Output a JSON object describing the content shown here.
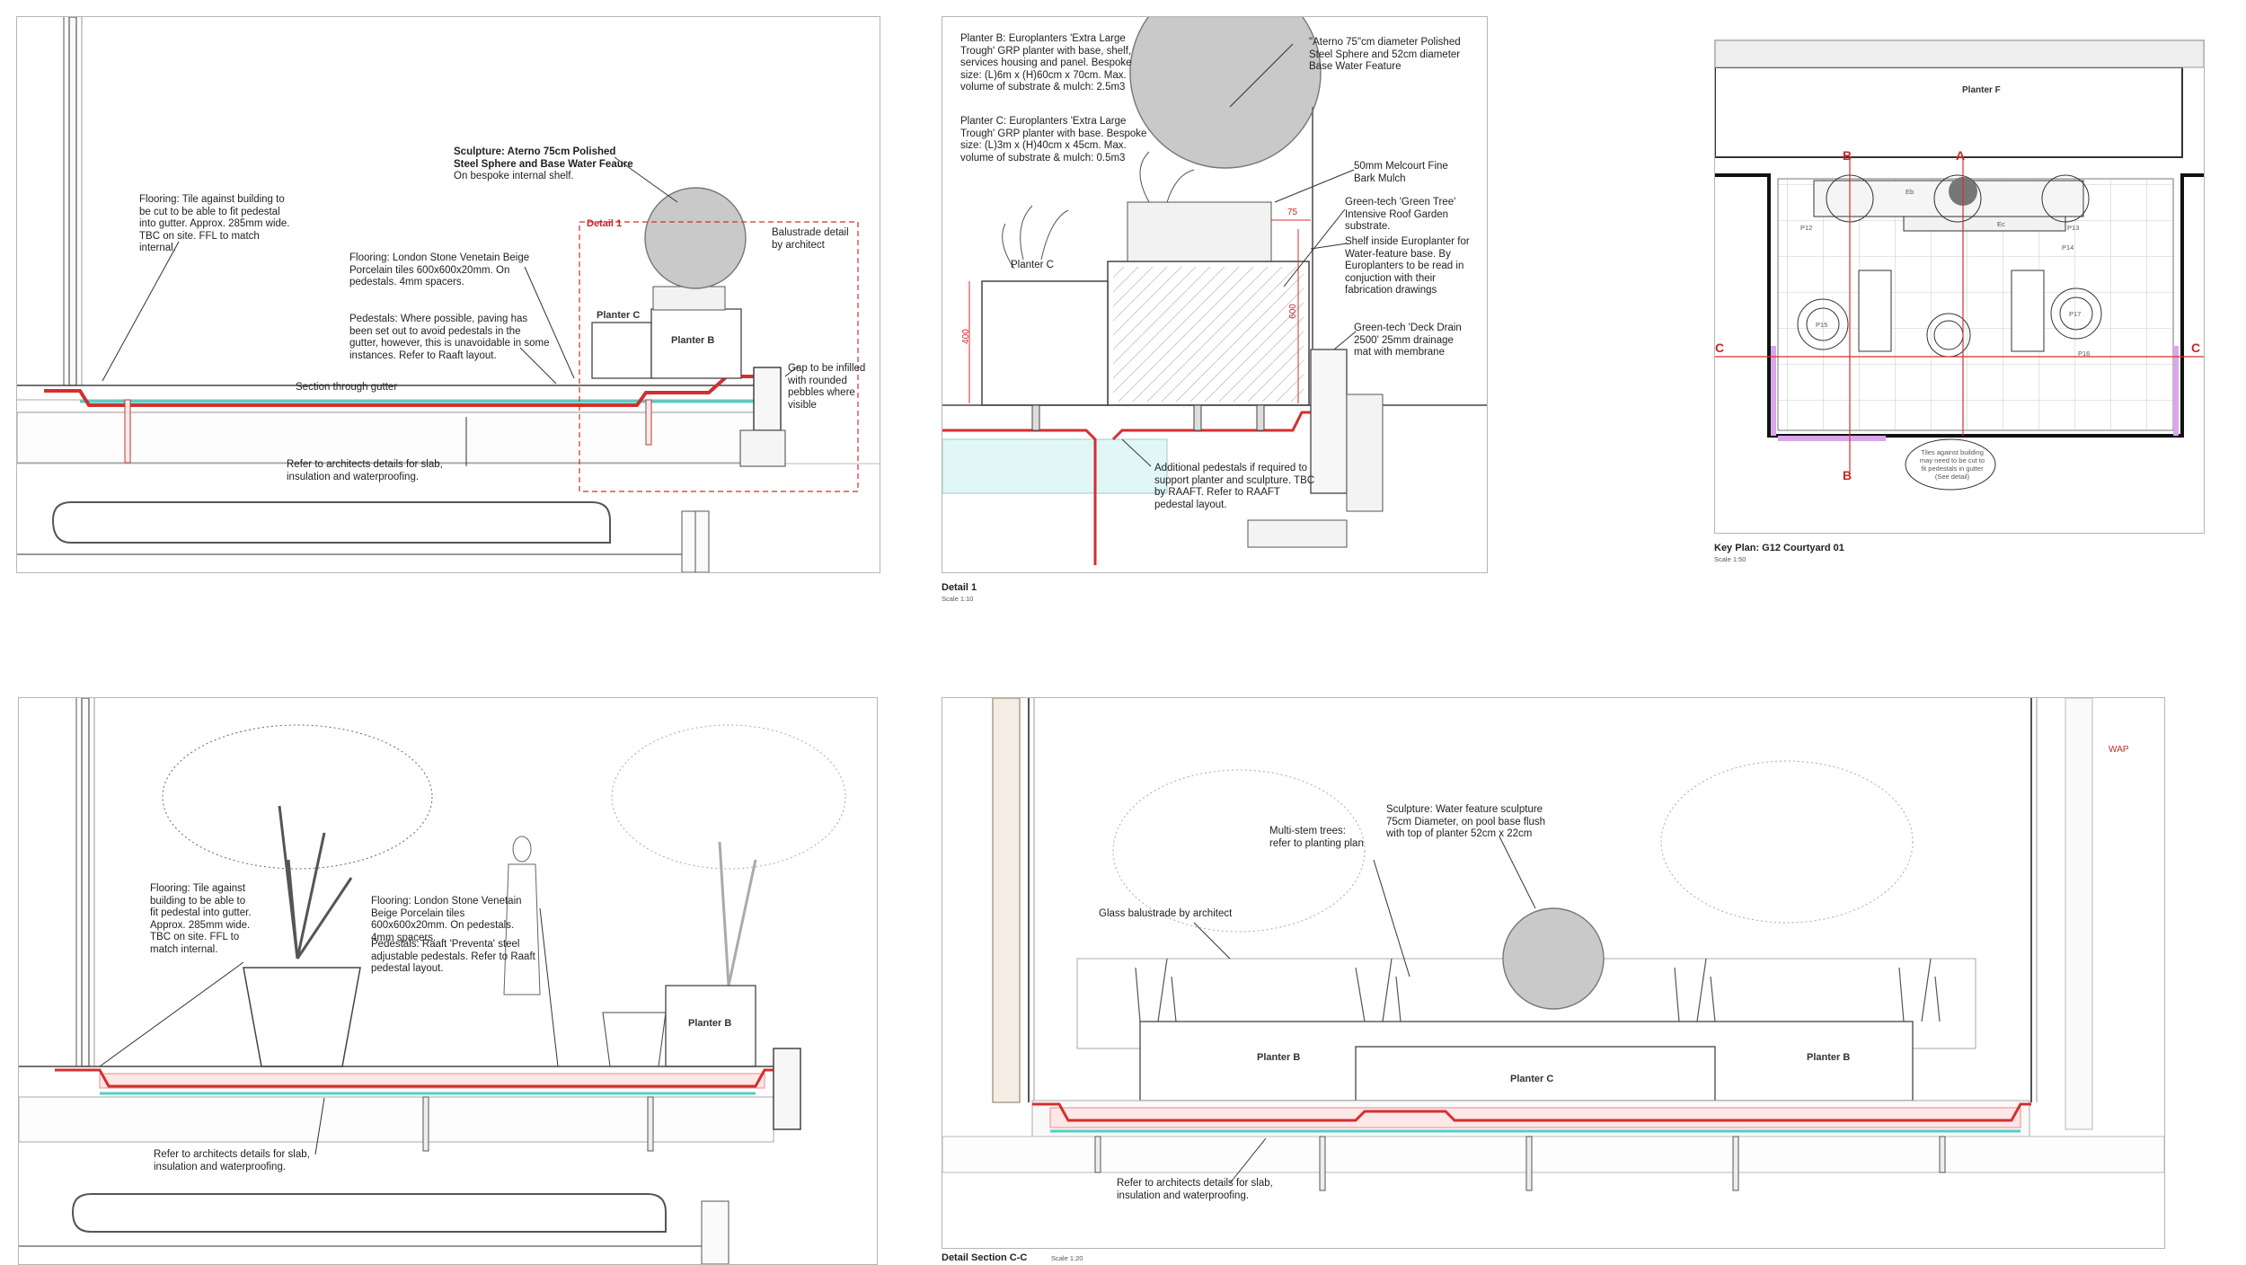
{
  "sec_top_left": {
    "sculpture_title": "Sculpture: Aterno 75cm Polished Steel Sphere and Base Water Feaure",
    "sculpture_sub": "On bespoke internal shelf.",
    "flooring_tile": "Flooring: Tile against building to be cut to be able to fit pedestal into gutter. Approx. 285mm wide. TBC on site. FFL to match internal.",
    "flooring_london": "Flooring: London Stone Venetain Beige Porcelain tiles 600x600x20mm. On pedestals. 4mm spacers.",
    "pedestals": "Pedestals: Where possible, paving has been set out to avoid pedestals in the gutter, however, this is unavoidable in some instances. Refer to Raaft layout.",
    "detail_label": "Detail 1",
    "balustrade": "Balustrade detail by architect",
    "gap": "Gap to be infilled with rounded pebbles where visible",
    "planter_c": "Planter C",
    "planter_b": "Planter B",
    "gutter": "Section through gutter",
    "refer": "Refer to architects details for slab, insulation and waterproofing."
  },
  "detail1": {
    "planter_b_spec": "Planter B: Europlanters 'Extra Large Trough' GRP planter with base, shelf, services housing and panel. Bespoke size: (L)6m x (H)60cm x 70cm. Max. volume of substrate & mulch: 2.5m3",
    "planter_c_spec": "Planter C: Europlanters 'Extra Large Trough' GRP planter with base. Bespoke size: (L)3m x (H)40cm x 45cm. Max. volume of substrate & mulch: 0.5m3",
    "aterno": "\"Aterno 75\"cm diameter Polished Steel Sphere and 52cm diameter Base Water Feature",
    "mulch": "50mm Melcourt Fine Bark Mulch",
    "greentech_tree": "Green-tech 'Green Tree' Intensive Roof Garden substrate.",
    "shelf": "Shelf inside Europlanter for Water-feature base. By Europlanters to be read in conjuction with their fabrication drawings",
    "deck_drain": "Green-tech 'Deck Drain 2500' 25mm drainage mat with membrane",
    "add_pedestals": "Additional pedestals if required to support planter and sculpture. TBC by RAAFT. Refer to RAAFT pedestal layout.",
    "planter_c_label": "Planter C",
    "dim_75": "75",
    "dim_600": "600",
    "dim_400": "400",
    "title": "Detail 1",
    "scale": "Scale 1:10"
  },
  "key_plan": {
    "planter_f": "Planter F",
    "section_b": "B",
    "section_a": "A",
    "section_c": "C",
    "tiles_note": "Tiles against building may need to be cut to fit pedestals in gutter (See detail)",
    "tags": [
      "Eb",
      "Ec",
      "P12",
      "P13",
      "P14",
      "P15",
      "P16",
      "P17"
    ],
    "title": "Key Plan: G12 Courtyard 01",
    "scale": "Scale 1:50"
  },
  "sec_bottom_left": {
    "flooring_tile": "Flooring: Tile against building to be able to fit pedestal into gutter. Approx. 285mm wide. TBC on site. FFL to match internal.",
    "flooring_london": "Flooring: London Stone Venetain Beige Porcelain tiles 600x600x20mm. On pedestals. 4mm spacers.",
    "pedestals": "Pedestals: Raaft 'Preventa' steel adjustable pedestals. Refer to Raaft pedestal layout.",
    "planter_b": "Planter B",
    "refer": "Refer to architects details for slab, insulation and waterproofing."
  },
  "sec_cc": {
    "sculpture": "Sculpture: Water feature sculpture 75cm Diameter, on pool base flush with top of planter 52cm x 22cm",
    "trees": "Multi-stem trees: refer to planting plan",
    "glass": "Glass balustrade by architect",
    "planter_b_left": "Planter B",
    "planter_c": "Planter C",
    "planter_b_right": "Planter B",
    "refer": "Refer to architects details for slab, insulation and waterproofing.",
    "wap": "WAP",
    "title": "Detail Section C-C",
    "scale": "Scale 1:20"
  }
}
